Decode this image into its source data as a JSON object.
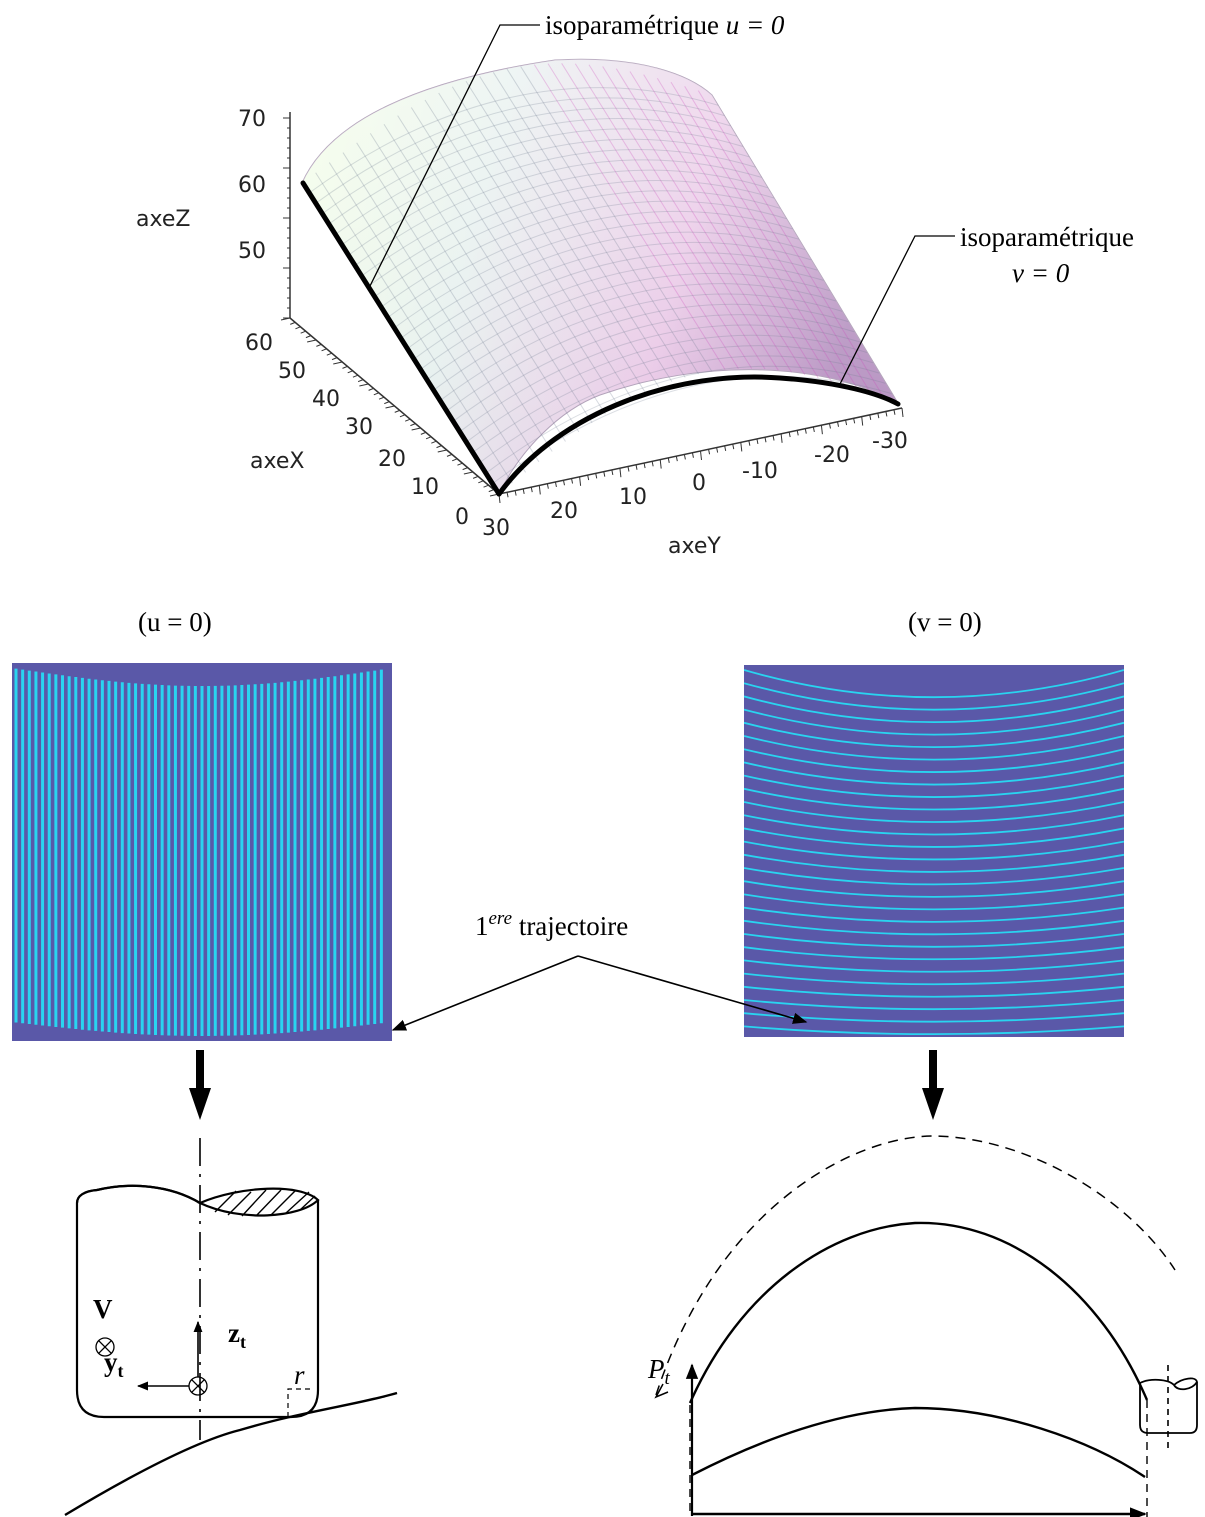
{
  "surface_plot": {
    "axis_labels": {
      "x": "axeX",
      "y": "axeY",
      "z": "axeZ"
    },
    "z_ticks": [
      "70",
      "60",
      "50"
    ],
    "x_ticks": [
      "60",
      "50",
      "40",
      "30",
      "20",
      "10",
      "0"
    ],
    "y_ticks": [
      "30",
      "20",
      "10",
      "0",
      "-10",
      "-20",
      "-30"
    ],
    "colors": {
      "mesh_light": "#e8f5d8",
      "mesh_magenta": "#cc44bb",
      "mesh_grey": "#707a90"
    }
  },
  "callouts": {
    "iso_u": {
      "prefix": "isoparamétrique",
      "expr": "u = 0"
    },
    "iso_v": {
      "prefix": "isoparamétrique",
      "expr": "v = 0"
    }
  },
  "panels": {
    "left_title": "(u = 0)",
    "right_title": "(v = 0)",
    "background_color": "#5a58a8",
    "line_color": "#29d4f0"
  },
  "trajectory_label": {
    "base": "1",
    "sup": "ere",
    "rest": "trajectoire"
  },
  "tool_left": {
    "V": "V",
    "zt": "z",
    "zt_sub": "t",
    "yt": "y",
    "yt_sub": "t",
    "r": "r"
  },
  "tool_right": {
    "Pt": "P",
    "Pt_sub": "t"
  }
}
